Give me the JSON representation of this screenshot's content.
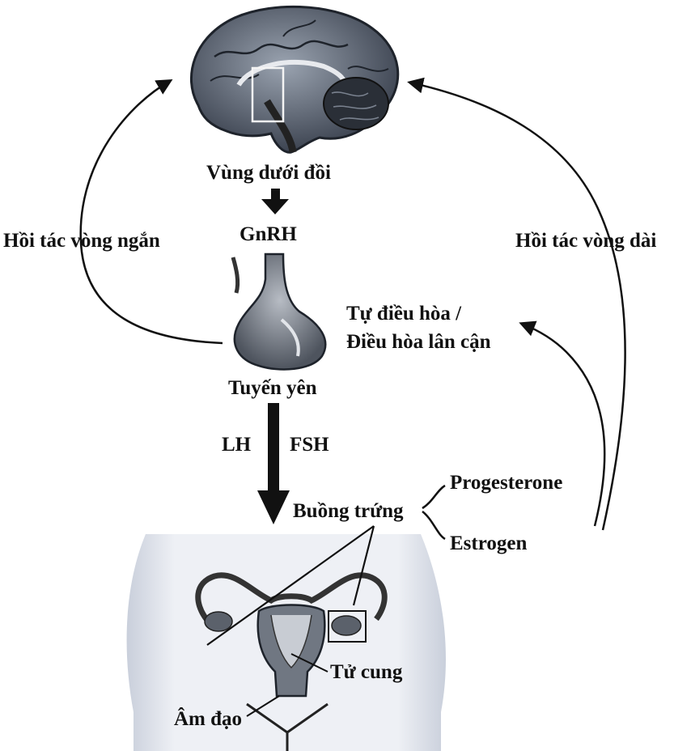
{
  "diagram": {
    "hypothalamus": "Vùng dưới đồi",
    "gnrh": "GnRH",
    "short_loop": "Hồi tác vòng ngắn",
    "long_loop": "Hồi tác vòng dài",
    "autocrine_line1": "Tự điều hòa /",
    "autocrine_line2": "Điều hòa lân cận",
    "pituitary": "Tuyến yên",
    "lh": "LH",
    "fsh": "FSH",
    "ovary": "Buồng trứng",
    "progesterone": "Progesterone",
    "estrogen": "Estrogen",
    "uterus": "Tử cung",
    "vagina": "Âm đạo"
  }
}
